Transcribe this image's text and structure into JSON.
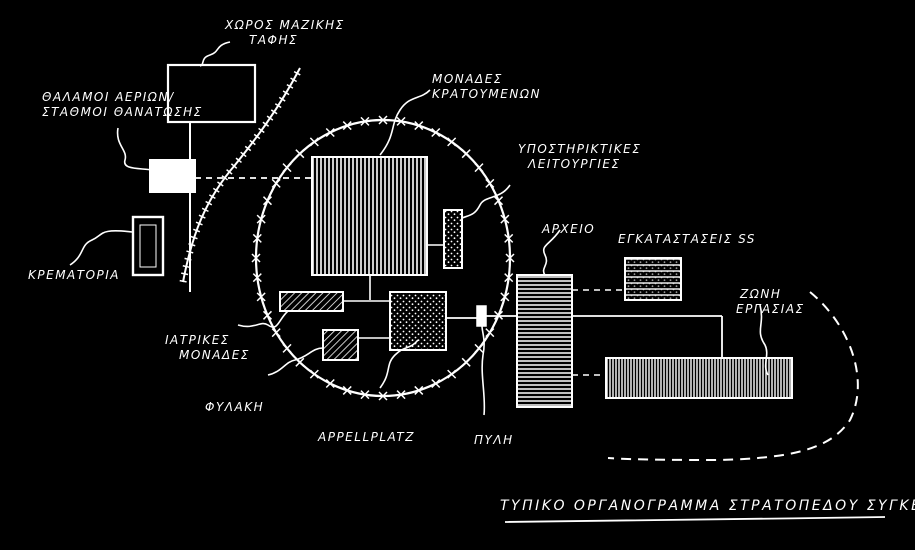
{
  "colors": {
    "background": "#000000",
    "ink": "#ffffff"
  },
  "labels": {
    "mass_grave_1": "ΧΩΡΟΣ ΜΑΖΙΚΗΣ",
    "mass_grave_2": "ΤΑΦΗΣ",
    "gas_chambers_1": "ΘΑΛΑΜΟΙ ΑΕΡΙΩΝ/",
    "gas_chambers_2": "ΣΤΑΘΜΟΙ ΘΑΝΑΤΩΣΗΣ",
    "crematoria": "ΚΡΕΜΑΤΟΡΙΑ",
    "prisoner_units_1": "ΜΟΝΑΔΕΣ",
    "prisoner_units_2": "ΚΡΑΤΟΥΜΕΝΩΝ",
    "support_functions_1": "ΥΠΟΣΤΗΡΙΚΤΙΚΕΣ",
    "support_functions_2": "ΛΕΙΤΟΥΡΓΙΕΣ",
    "archive": "ΑΡΧΕΙΟ",
    "ss_facilities": "ΕΓΚΑΤΑΣΤΑΣΕΙΣ SS",
    "work_zone_1": "ΖΩΝΗ",
    "work_zone_2": "ΕΡΓΑΣΙΑΣ",
    "medical_units_1": "ΙΑΤΡΙΚΕΣ",
    "medical_units_2": "ΜΟΝΑΔΕΣ",
    "prison": "ΦΥΛΑΚΗ",
    "appellplatz": "APPELLPLATZ",
    "gate": "ΠΥΛΗ"
  },
  "title": "ΤΥΠΙΚΟ ΟΡΓΑΝΟΓΡΑΜΜΑ ΣΤΡΑΤΟΠΕΔΟΥ ΣΥΓΚΕΝΤΡΩΣΗΣ"
}
